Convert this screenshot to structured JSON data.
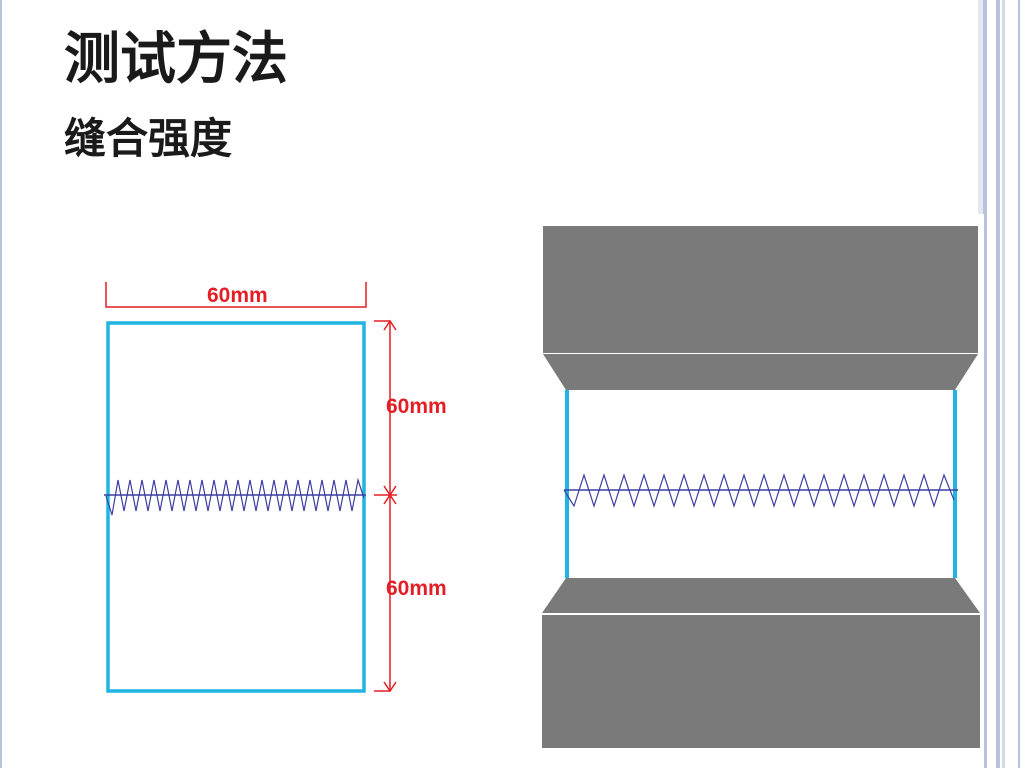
{
  "slide": {
    "title": "测试方法",
    "subtitle": "缝合强度"
  },
  "diagram": {
    "width_label": "60mm",
    "upper_height_label": "60mm",
    "lower_height_label": "60mm"
  },
  "colors": {
    "specimen_outline": "#1fb4e4",
    "dimension_lines": "#e31e24",
    "stitch": "#3c3fa0",
    "clamp": "#7a7a7a",
    "border": "#b7c3dd"
  }
}
